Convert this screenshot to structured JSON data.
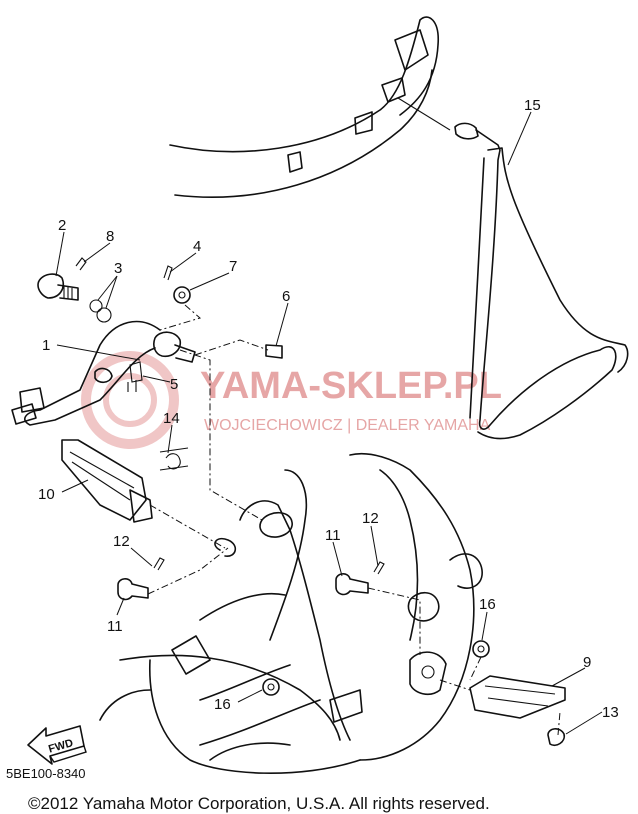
{
  "callouts": [
    {
      "id": "c1",
      "label": "1"
    },
    {
      "id": "c2",
      "label": "2"
    },
    {
      "id": "c3",
      "label": "3"
    },
    {
      "id": "c4",
      "label": "4"
    },
    {
      "id": "c5",
      "label": "5"
    },
    {
      "id": "c6",
      "label": "6"
    },
    {
      "id": "c7",
      "label": "7"
    },
    {
      "id": "c8",
      "label": "8"
    },
    {
      "id": "c9",
      "label": "9"
    },
    {
      "id": "c10",
      "label": "10"
    },
    {
      "id": "c11a",
      "label": "11"
    },
    {
      "id": "c11b",
      "label": "11"
    },
    {
      "id": "c12a",
      "label": "12"
    },
    {
      "id": "c12b",
      "label": "12"
    },
    {
      "id": "c13",
      "label": "13"
    },
    {
      "id": "c14",
      "label": "14"
    },
    {
      "id": "c15",
      "label": "15"
    },
    {
      "id": "c16a",
      "label": "16"
    },
    {
      "id": "c16b",
      "label": "16"
    }
  ],
  "fwd_label": "FWD",
  "watermark": {
    "main": "YAMA-SKLEP.PL",
    "sub": "WOJCIECHOWICZ | DEALER YAMAHA",
    "color": "#e6a6a6"
  },
  "diagram_code": "5BE100-8340",
  "copyright": "©2012 Yamaha Motor Corporation, U.S.A. All rights reserved."
}
